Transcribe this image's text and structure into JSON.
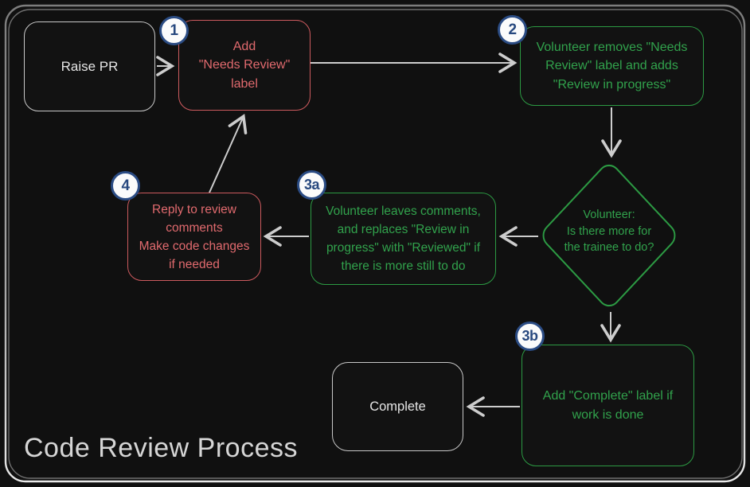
{
  "title": "Code Review Process",
  "colors": {
    "background": "#101010",
    "frame_gray": "#bdbdbd",
    "arrow_gray": "#cdcdcd",
    "node_red_border": "#cc5a5e",
    "node_red_text": "#e16a6e",
    "node_green_border": "#2c9a43",
    "node_green_text": "#31a24c",
    "node_plain_border": "#c9c9c9",
    "badge_border_blue": "#2b4c84",
    "badge_text_blue": "#28497f"
  },
  "badges": {
    "step1": "1",
    "step2": "2",
    "step3a": "3a",
    "step3b": "3b",
    "step4": "4"
  },
  "nodes": {
    "raise_pr": {
      "label": "Raise PR"
    },
    "add_needs_review": {
      "label": "Add\n\"Needs Review\"\nlabel"
    },
    "volunteer_removes": {
      "label": "Volunteer removes \"Needs\nReview\" label and adds\n\"Review in progress\""
    },
    "decision": {
      "label": "Volunteer:\nIs there more for\nthe trainee to do?"
    },
    "volunteer_leaves_comments": {
      "label": "Volunteer leaves comments,\nand replaces \"Review in\nprogress\" with \"Reviewed\" if\nthere is more still to do"
    },
    "reply_to_review": {
      "label": "Reply to review\ncomments\nMake code changes\nif needed"
    },
    "add_complete": {
      "label": "Add \"Complete\" label if\nwork is done"
    },
    "complete": {
      "label": "Complete"
    }
  }
}
